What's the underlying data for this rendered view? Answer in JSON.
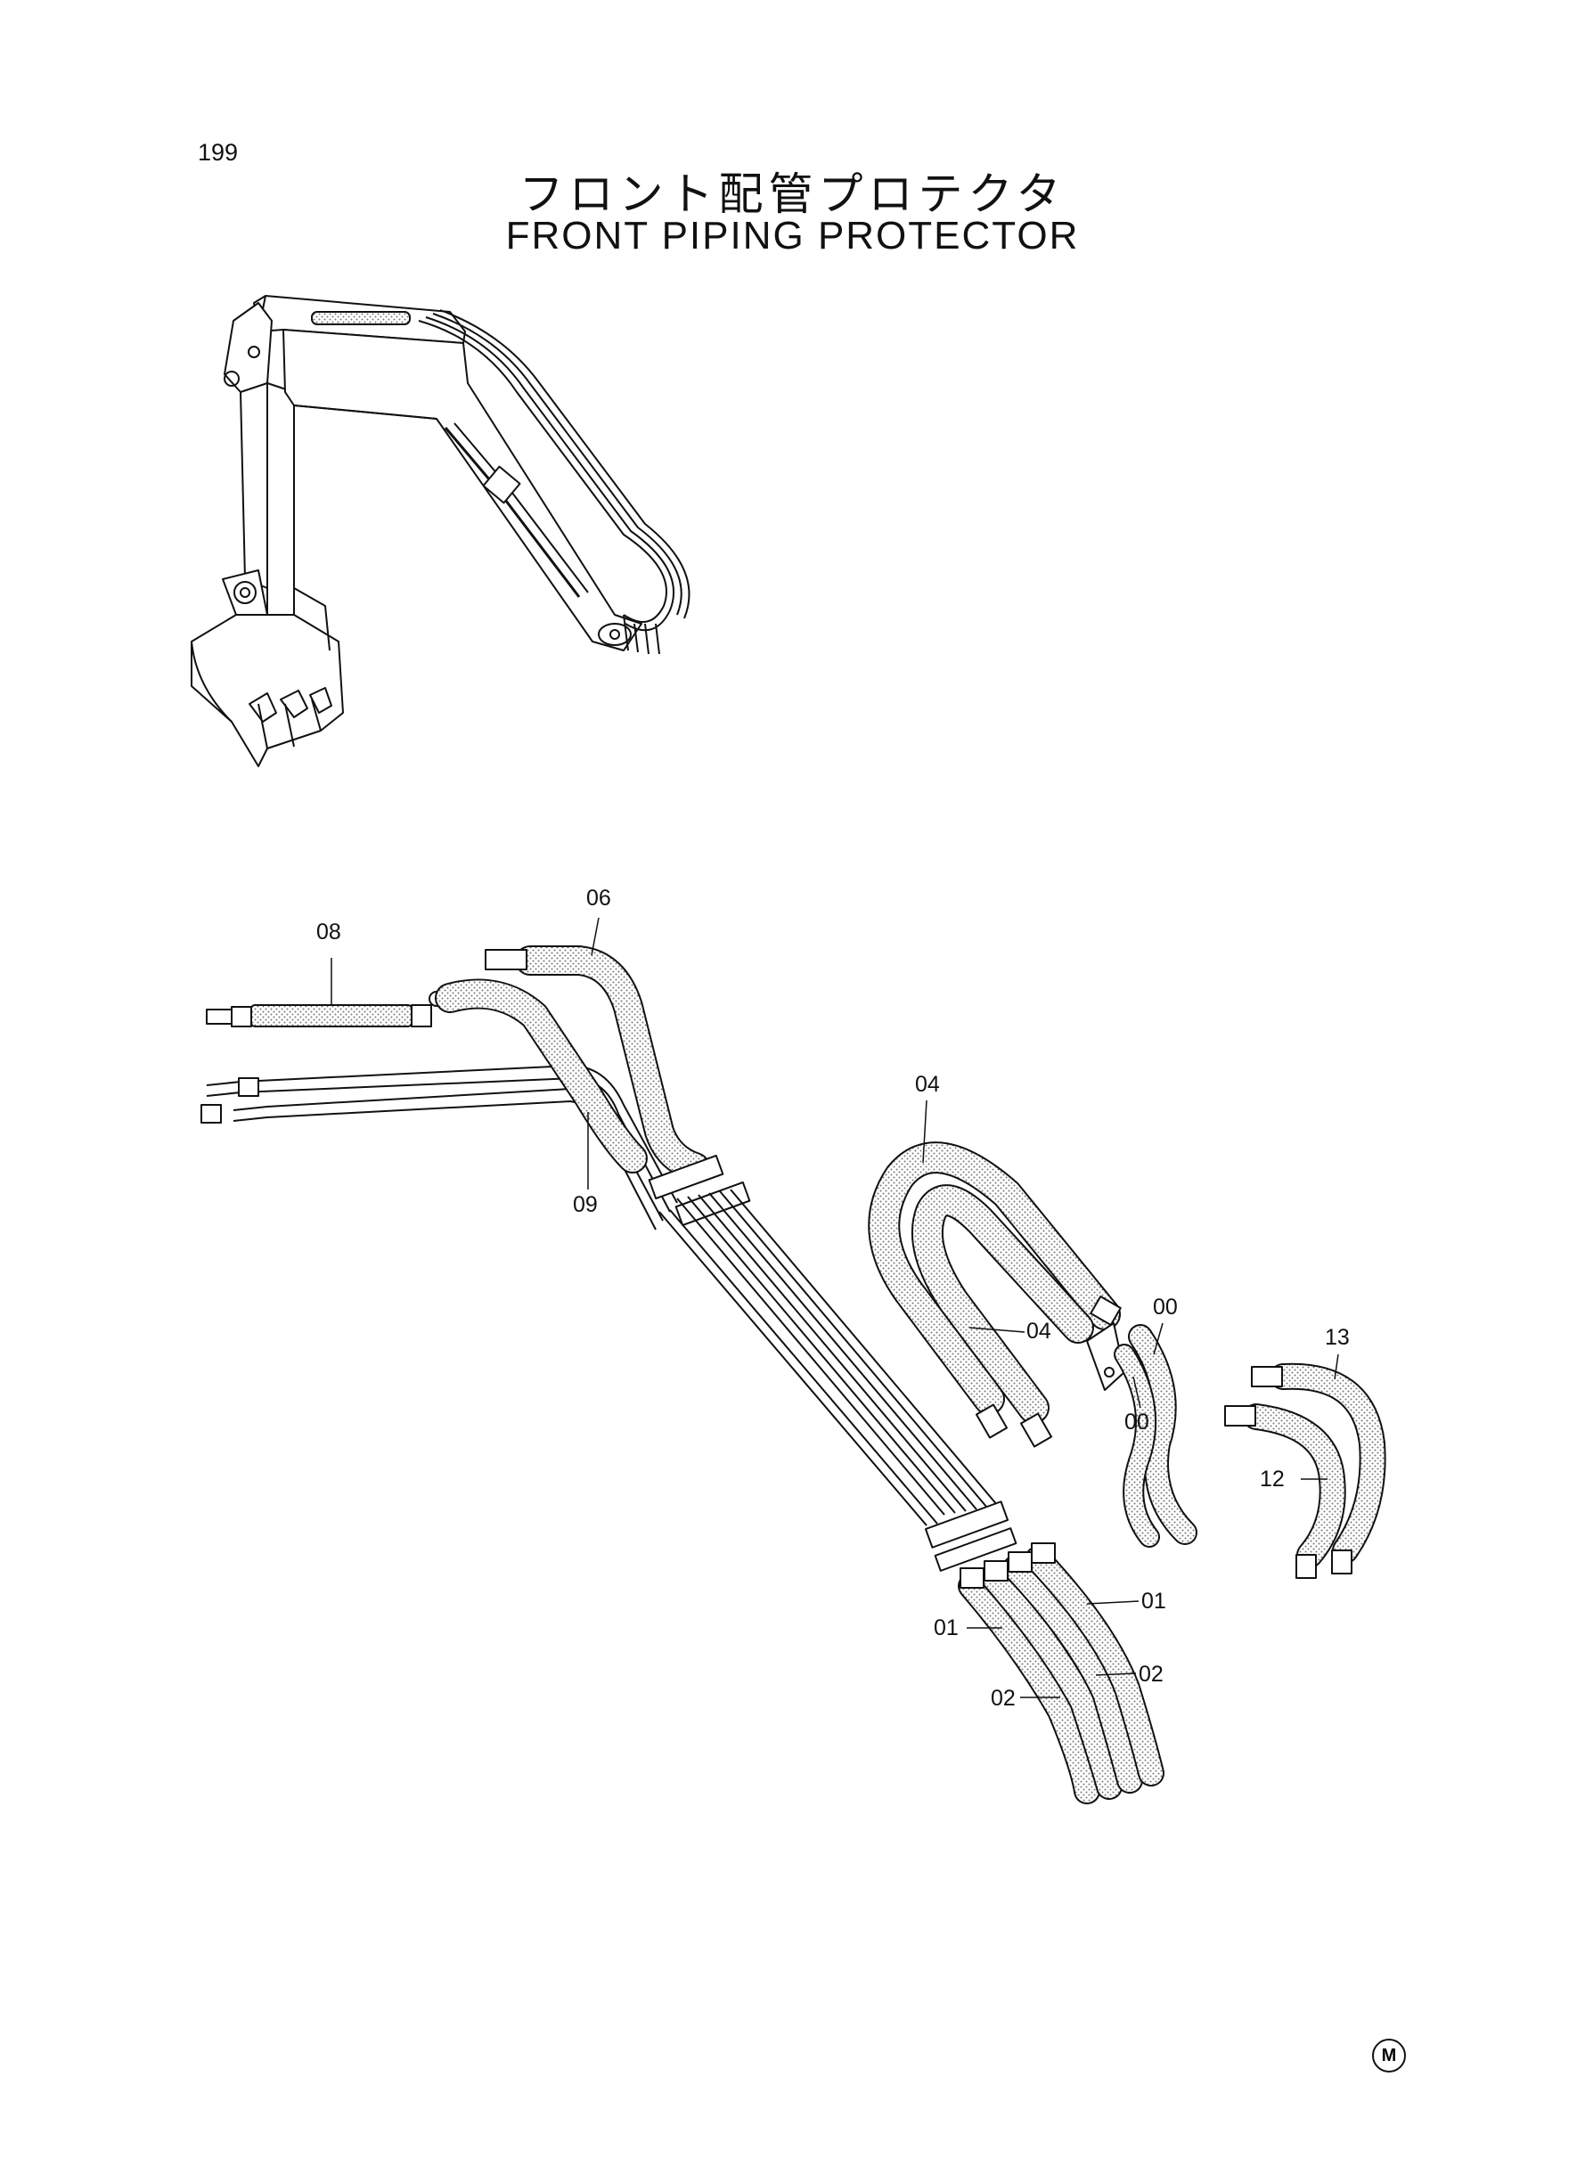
{
  "page": {
    "number": "199",
    "title_jp": "フロント配管プロテクタ",
    "title_en": "FRONT PIPING PROTECTOR",
    "marker": "M"
  },
  "callouts": [
    {
      "id": "08",
      "label": "08"
    },
    {
      "id": "06",
      "label": "06"
    },
    {
      "id": "09",
      "label": "09"
    },
    {
      "id": "04a",
      "label": "04"
    },
    {
      "id": "04b",
      "label": "04"
    },
    {
      "id": "00a",
      "label": "00"
    },
    {
      "id": "00b",
      "label": "00"
    },
    {
      "id": "13",
      "label": "13"
    },
    {
      "id": "12",
      "label": "12"
    },
    {
      "id": "01a",
      "label": "01"
    },
    {
      "id": "01b",
      "label": "01"
    },
    {
      "id": "02a",
      "label": "02"
    },
    {
      "id": "02b",
      "label": "02"
    }
  ]
}
